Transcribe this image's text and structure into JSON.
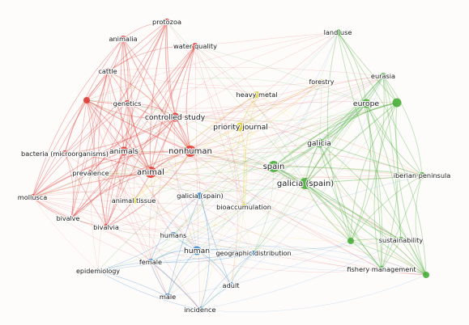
{
  "network": {
    "clusters": [
      {
        "id": "red",
        "color": "#e0403a"
      },
      {
        "id": "green",
        "color": "#4caf3c"
      },
      {
        "id": "blue",
        "color": "#3f8ed0"
      },
      {
        "id": "yellow",
        "color": "#e0d13a"
      }
    ],
    "nodes": [
      {
        "id": "protozoa",
        "label": "protozoa",
        "cluster": "red",
        "weight": 2
      },
      {
        "id": "animalia",
        "label": "animalia",
        "cluster": "red",
        "weight": 2
      },
      {
        "id": "water_quality",
        "label": "water quality",
        "cluster": "red",
        "weight": 2
      },
      {
        "id": "cattle",
        "label": "cattle",
        "cluster": "red",
        "weight": 2
      },
      {
        "id": "genetics",
        "label": "genetics",
        "cluster": "red",
        "weight": 2
      },
      {
        "id": "unlabeled_red",
        "label": "",
        "cluster": "red",
        "weight": 2
      },
      {
        "id": "controlled_study",
        "label": "controlled study",
        "cluster": "red",
        "weight": 3
      },
      {
        "id": "bacteria",
        "label": "bacteria (microorganisms)",
        "cluster": "red",
        "weight": 2
      },
      {
        "id": "animals",
        "label": "animals",
        "cluster": "red",
        "weight": 3
      },
      {
        "id": "nonhuman",
        "label": "nonhuman",
        "cluster": "red",
        "weight": 4
      },
      {
        "id": "prevalence",
        "label": "prevalence",
        "cluster": "red",
        "weight": 2
      },
      {
        "id": "animal",
        "label": "animal",
        "cluster": "red",
        "weight": 4
      },
      {
        "id": "mollusca",
        "label": "mollusca",
        "cluster": "red",
        "weight": 2
      },
      {
        "id": "bivalve",
        "label": "bivalve",
        "cluster": "red",
        "weight": 1
      },
      {
        "id": "bivalvia",
        "label": "bivalvia",
        "cluster": "red",
        "weight": 2
      },
      {
        "id": "heavy_metal",
        "label": "heavy metal",
        "cluster": "yellow",
        "weight": 2
      },
      {
        "id": "priority_journal",
        "label": "priority journal",
        "cluster": "yellow",
        "weight": 3
      },
      {
        "id": "animal_tissue",
        "label": "animal tissue",
        "cluster": "yellow",
        "weight": 2
      },
      {
        "id": "bioaccumulation",
        "label": "bioaccumulation",
        "cluster": "yellow",
        "weight": 2
      },
      {
        "id": "forestry",
        "label": "forestry",
        "cluster": "yellow",
        "weight": 1
      },
      {
        "id": "galicia_spain_lc",
        "label": "galicia (spain)",
        "cluster": "blue",
        "weight": 2
      },
      {
        "id": "humans",
        "label": "humans",
        "cluster": "blue",
        "weight": 2
      },
      {
        "id": "human",
        "label": "human",
        "cluster": "blue",
        "weight": 3
      },
      {
        "id": "female",
        "label": "female",
        "cluster": "blue",
        "weight": 2
      },
      {
        "id": "epidemiology",
        "label": "epidemiology",
        "cluster": "blue",
        "weight": 1
      },
      {
        "id": "geographic_distribution",
        "label": "geographic distribution",
        "cluster": "blue",
        "weight": 1
      },
      {
        "id": "adult",
        "label": "adult",
        "cluster": "blue",
        "weight": 2
      },
      {
        "id": "male",
        "label": "male",
        "cluster": "blue",
        "weight": 2
      },
      {
        "id": "incidence",
        "label": "incidence",
        "cluster": "blue",
        "weight": 2
      },
      {
        "id": "land_use",
        "label": "land use",
        "cluster": "green",
        "weight": 2
      },
      {
        "id": "eurasia",
        "label": "eurasia",
        "cluster": "green",
        "weight": 2
      },
      {
        "id": "europe",
        "label": "europe",
        "cluster": "green",
        "weight": 3
      },
      {
        "id": "unlabeled_green_a",
        "label": "",
        "cluster": "green",
        "weight": 3
      },
      {
        "id": "galicia",
        "label": "galicia",
        "cluster": "green",
        "weight": 3
      },
      {
        "id": "spain",
        "label": "spain",
        "cluster": "green",
        "weight": 4
      },
      {
        "id": "galicia_spain",
        "label": "galicia (spain)",
        "cluster": "green",
        "weight": 4
      },
      {
        "id": "iberian_peninsula",
        "label": "iberian peninsula",
        "cluster": "green",
        "weight": 2
      },
      {
        "id": "sustainability",
        "label": "sustainability",
        "cluster": "green",
        "weight": 2
      },
      {
        "id": "unlabeled_green_b",
        "label": "",
        "cluster": "green",
        "weight": 2
      },
      {
        "id": "fishery_management",
        "label": "fishery management",
        "cluster": "green",
        "weight": 2
      },
      {
        "id": "unlabeled_green_c",
        "label": "",
        "cluster": "green",
        "weight": 2
      }
    ]
  }
}
